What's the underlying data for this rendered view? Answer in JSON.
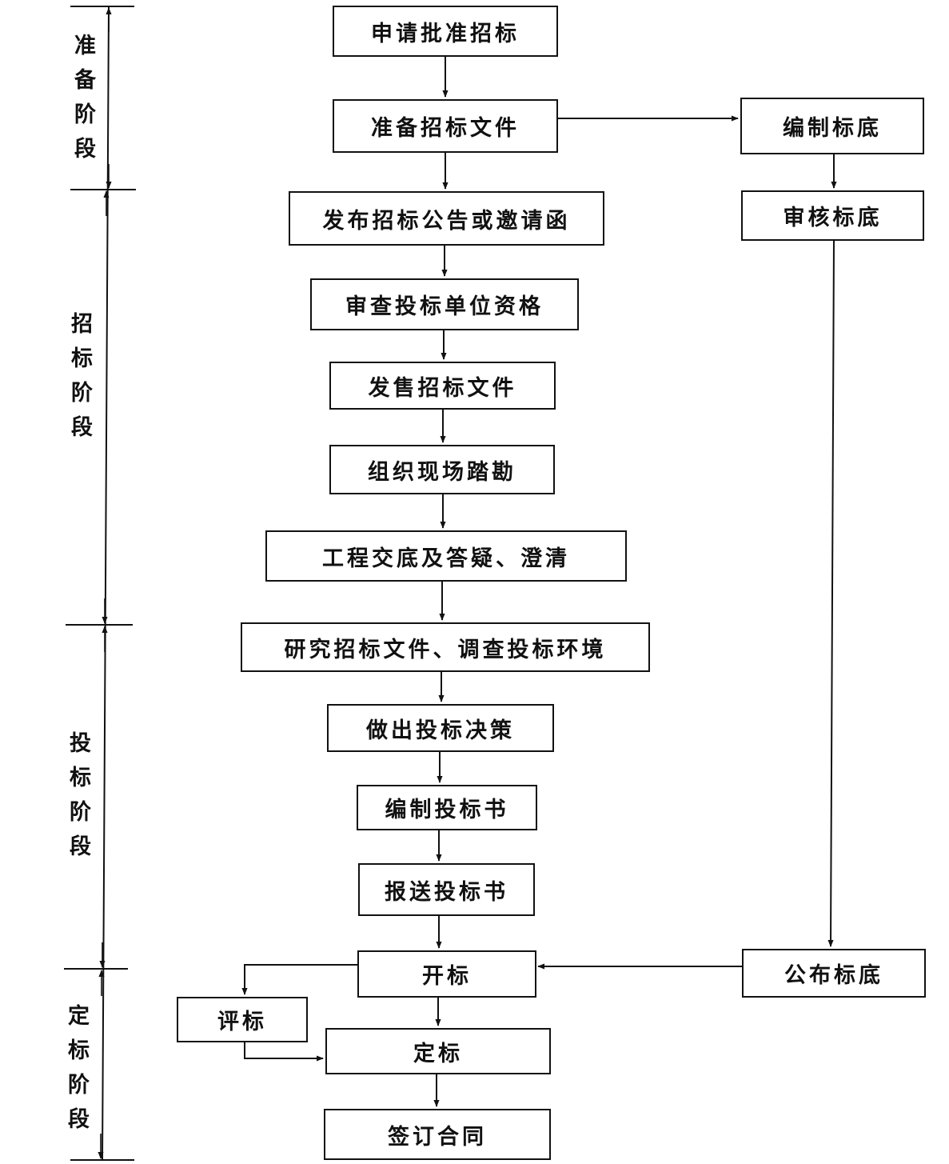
{
  "stages": [
    {
      "id": "prep",
      "label": "准备阶段"
    },
    {
      "id": "tender",
      "label": "招标阶段"
    },
    {
      "id": "bid",
      "label": "投标阶段"
    },
    {
      "id": "award",
      "label": "定标阶段"
    }
  ],
  "nodes": {
    "apply": "申请批准招标",
    "prepare_docs": "准备招标文件",
    "compile_base": "编制标底",
    "publish_notice": "发布招标公告或邀请函",
    "review_base": "审核标底",
    "qualify": "审查投标单位资格",
    "sell_docs": "发售招标文件",
    "site_visit": "组织现场踏勘",
    "briefing": "工程交底及答疑、澄清",
    "study": "研究招标文件、调查投标环境",
    "decide": "做出投标决策",
    "compile_bid": "编制投标书",
    "submit_bid": "报送投标书",
    "open": "开标",
    "publish_base": "公布标底",
    "evaluate": "评标",
    "award": "定标",
    "sign": "签订合同"
  }
}
